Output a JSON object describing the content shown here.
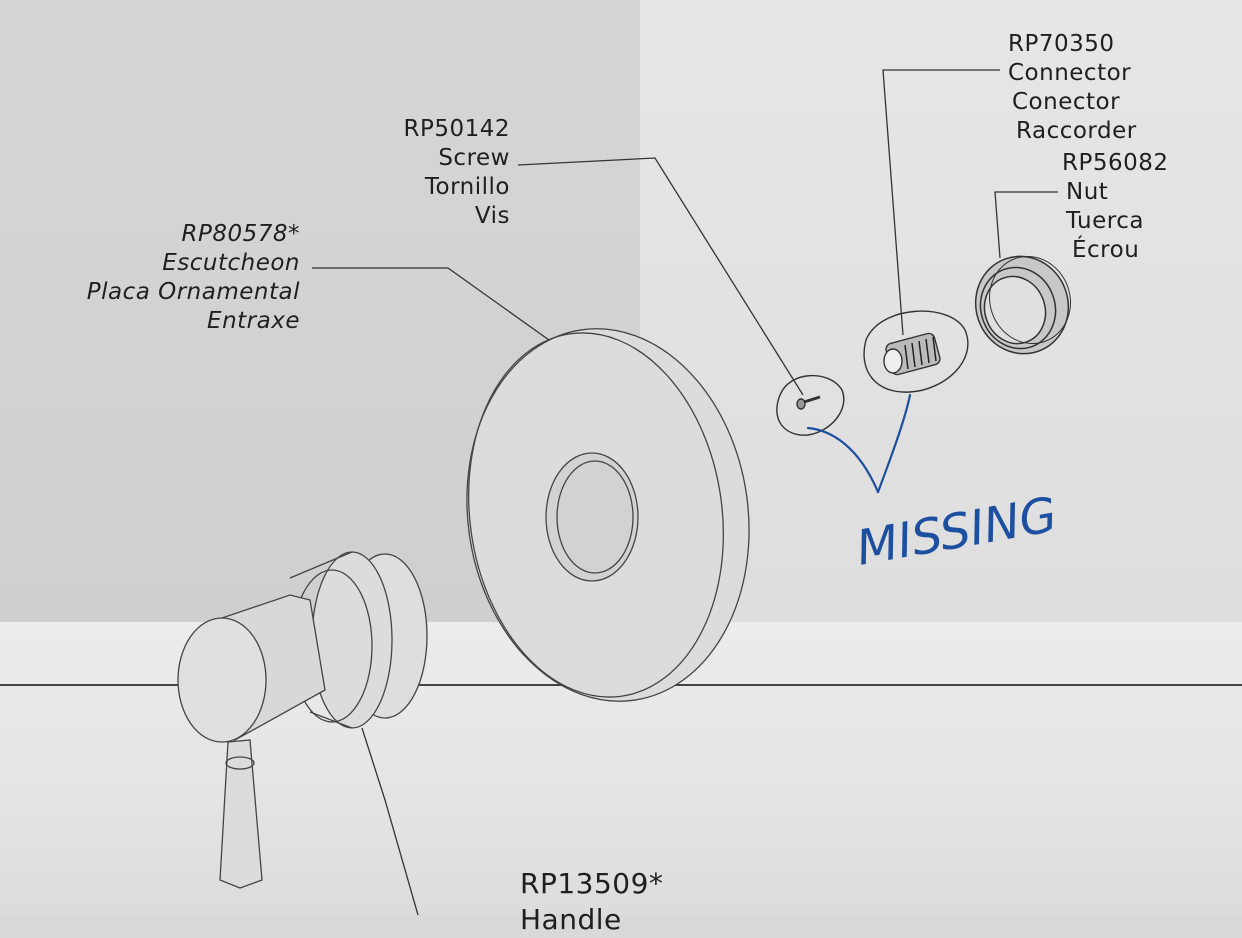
{
  "callouts": {
    "escutcheon": {
      "part_no": "RP80578*",
      "name_en": "Escutcheon",
      "name_es": "Placa Ornamental",
      "name_fr": "Entraxe"
    },
    "screw": {
      "part_no": "RP50142",
      "name_en": "Screw",
      "name_es": "Tornillo",
      "name_fr": "Vis"
    },
    "connector": {
      "part_no": "RP70350",
      "name_en": "Connector",
      "name_es": "Conector",
      "name_fr": "Raccorder"
    },
    "nut": {
      "part_no": "RP56082",
      "name_en": "Nut",
      "name_es": "Tuerca",
      "name_fr": "Écrou"
    },
    "handle": {
      "part_no": "RP13509*",
      "name_en": "Handle"
    }
  },
  "handwritten_note": "MISSING",
  "ink_color": "#1d4fa0",
  "line_color": "#333333"
}
